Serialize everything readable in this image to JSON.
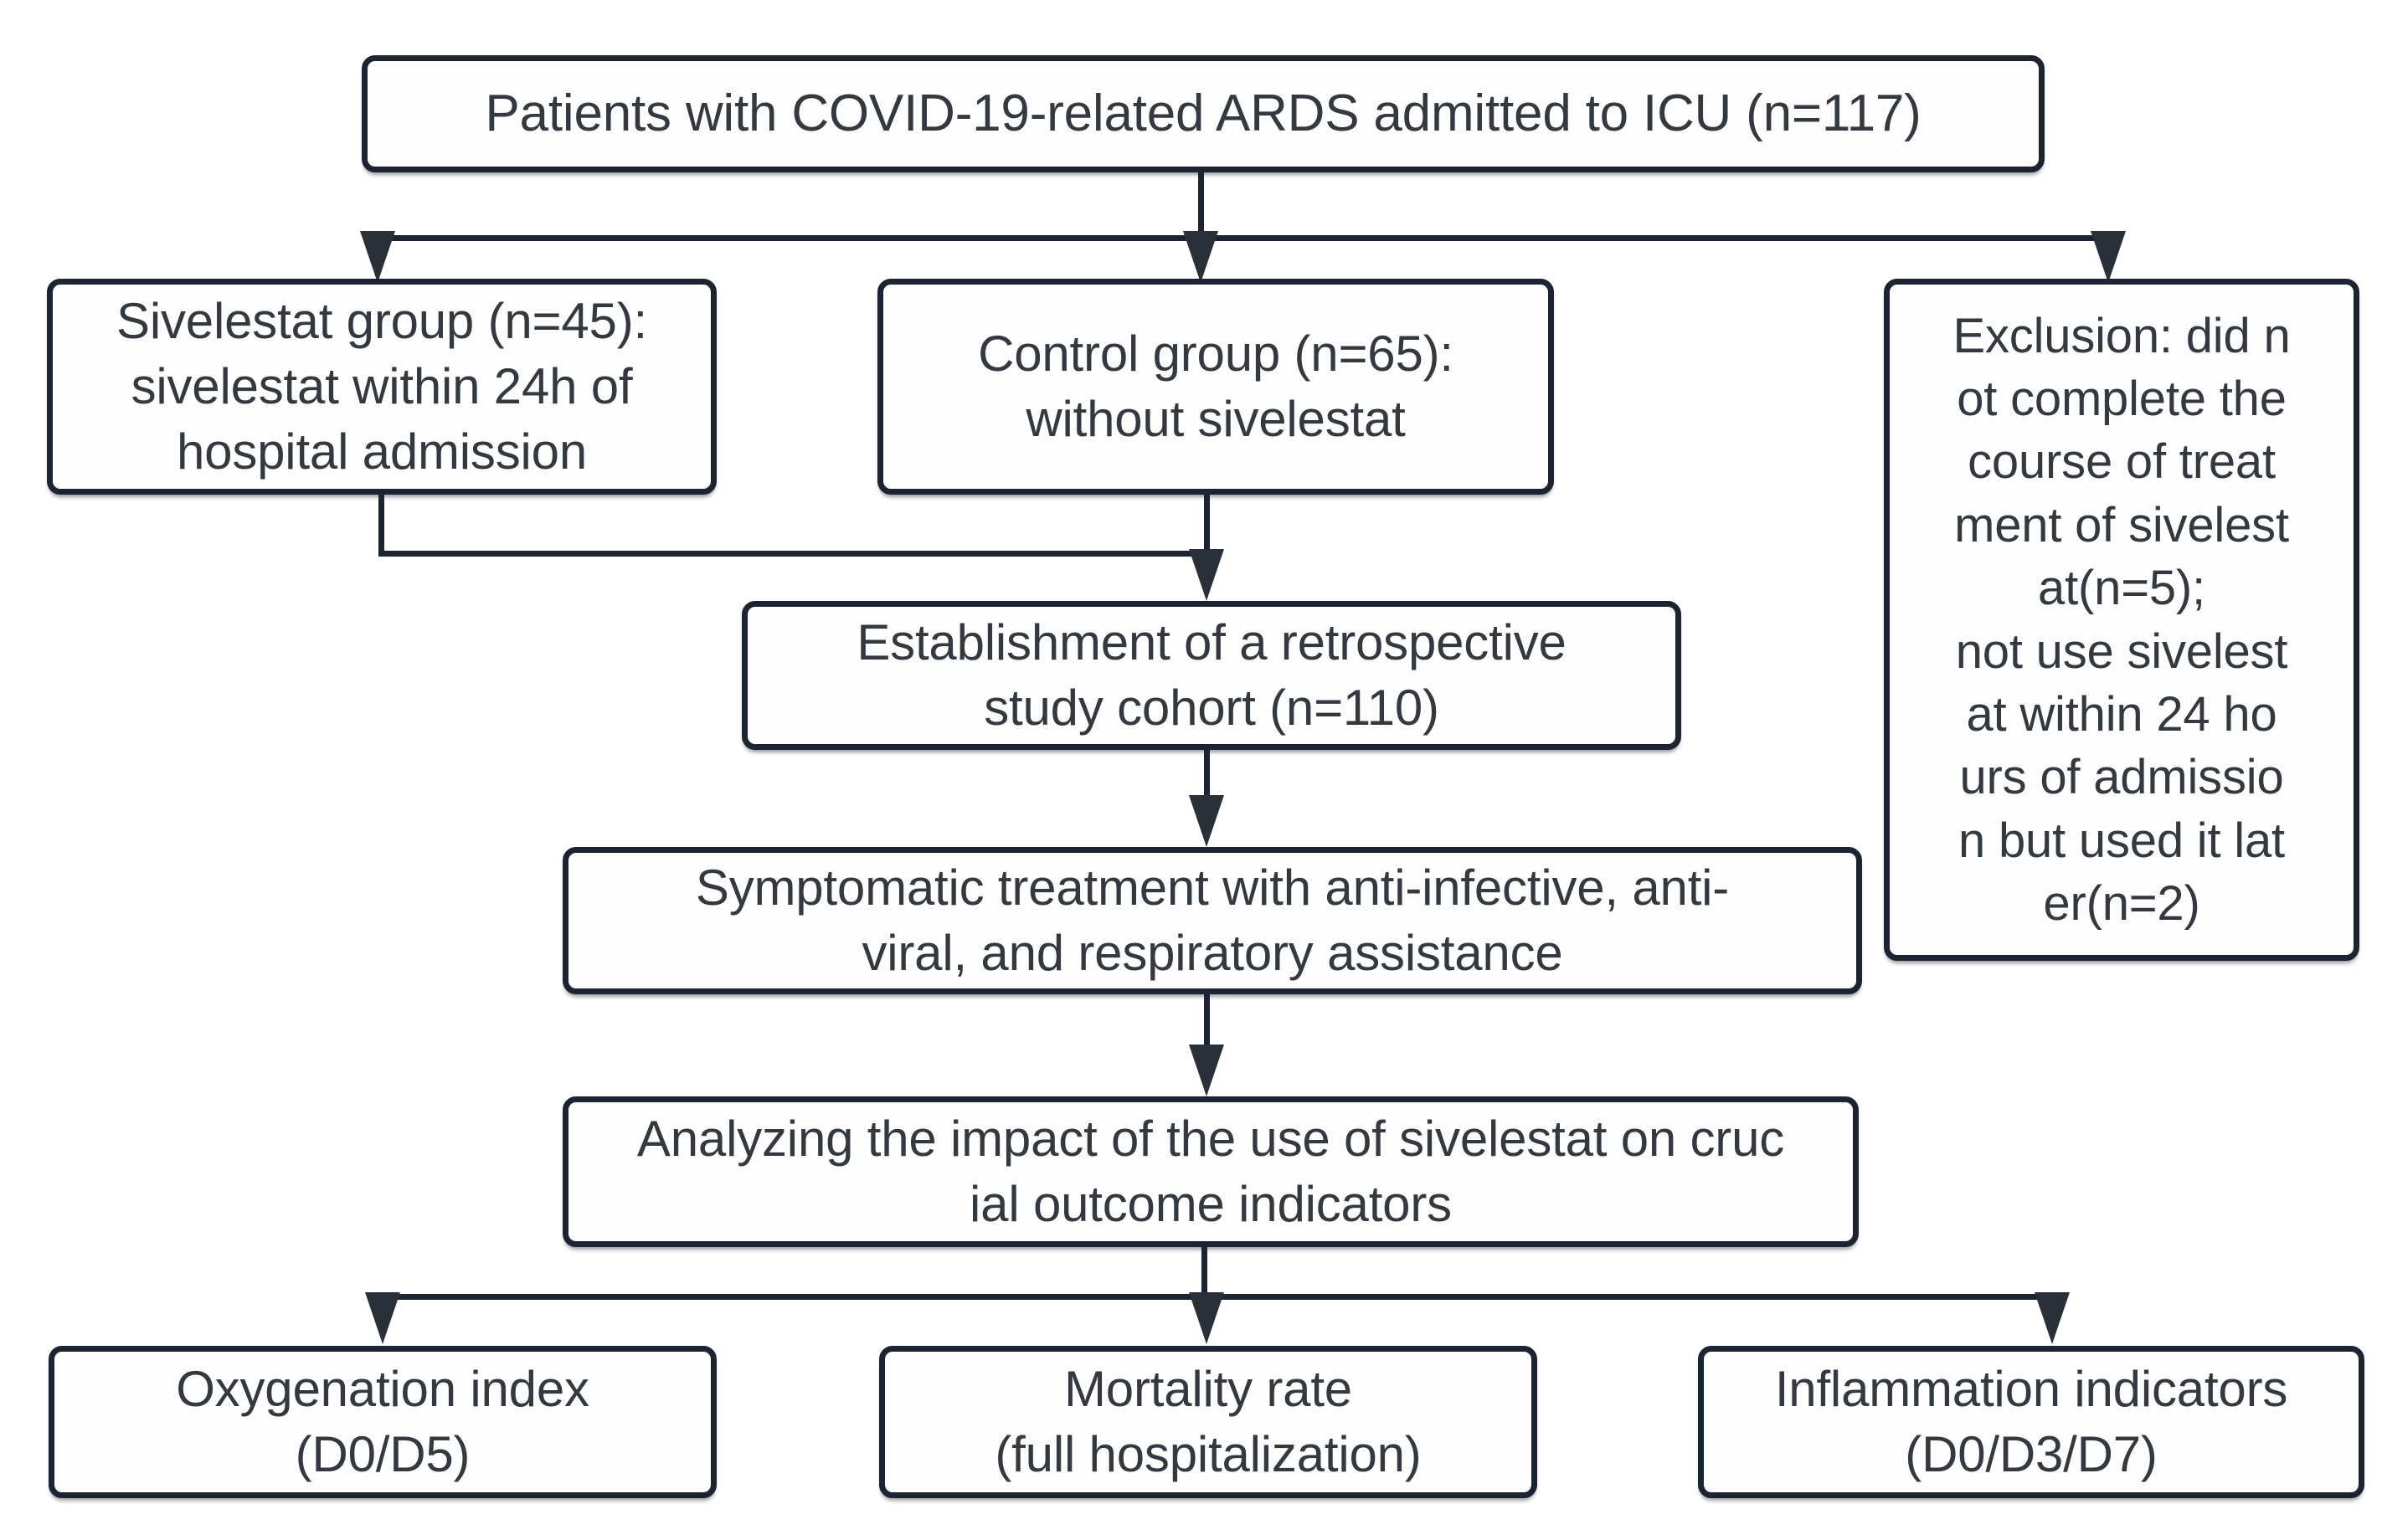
{
  "diagram": {
    "title": "Study flow diagram: sivelestat in COVID-19-related ARDS",
    "colors": {
      "border": "#1b2430",
      "text": "#33393f",
      "background": "#ffffff",
      "connector": "#1b2430"
    },
    "nodes": {
      "top": {
        "id": "patients-enrolled",
        "label": "Patients with COVID-19-related ARDS admitted to ICU (n=117)",
        "n": 117
      },
      "sivelestat_group": {
        "id": "sivelestat-group",
        "label": "Sivelestat group (n=45):\nsivelestat within 24h of\nhospital admission",
        "n": 45
      },
      "control_group": {
        "id": "control-group",
        "label": "Control group (n=65):\nwithout sivelestat",
        "n": 65
      },
      "exclusion": {
        "id": "exclusion",
        "label": "Exclusion: did n\not complete the\ncourse of treat\nment of sivelest\nat(n=5);\nnot use sivelest\nat within 24 ho\nurs of admissio\nn but used it lat\ner(n=2)",
        "n_incomplete_course": 5,
        "n_late_use": 2
      },
      "cohort": {
        "id": "retrospective-cohort",
        "label": "Establishment of a retrospective\nstudy cohort (n=110)",
        "n": 110
      },
      "symptomatic": {
        "id": "symptomatic-treatment",
        "label": "Symptomatic treatment with anti-infective, anti-\nviral, and respiratory assistance"
      },
      "analysis": {
        "id": "outcome-analysis",
        "label": "Analyzing the impact of the use of sivelestat on cruc\nial outcome indicators"
      },
      "oxygenation": {
        "id": "oxygenation-index",
        "label": "Oxygenation index\n(D0/D5)",
        "timepoints": [
          "D0",
          "D5"
        ]
      },
      "mortality": {
        "id": "mortality-rate",
        "label": "Mortality rate\n(full hospitalization)"
      },
      "inflammation": {
        "id": "inflammation-indicators",
        "label": "Inflammation indicators\n(D0/D3/D7)",
        "timepoints": [
          "D0",
          "D3",
          "D7"
        ]
      }
    },
    "edges": [
      {
        "from": "patients-enrolled",
        "to": "sivelestat-group",
        "arrow": "down"
      },
      {
        "from": "patients-enrolled",
        "to": "control-group",
        "arrow": "down"
      },
      {
        "from": "patients-enrolled",
        "to": "exclusion",
        "arrow": "down"
      },
      {
        "from": "sivelestat-group",
        "to": "retrospective-cohort",
        "arrow": "down"
      },
      {
        "from": "control-group",
        "to": "retrospective-cohort",
        "arrow": "down"
      },
      {
        "from": "retrospective-cohort",
        "to": "symptomatic-treatment",
        "arrow": "down"
      },
      {
        "from": "symptomatic-treatment",
        "to": "outcome-analysis",
        "arrow": "down"
      },
      {
        "from": "outcome-analysis",
        "to": "oxygenation-index",
        "arrow": "down"
      },
      {
        "from": "outcome-analysis",
        "to": "mortality-rate",
        "arrow": "down"
      },
      {
        "from": "outcome-analysis",
        "to": "inflammation-indicators",
        "arrow": "down"
      }
    ]
  }
}
